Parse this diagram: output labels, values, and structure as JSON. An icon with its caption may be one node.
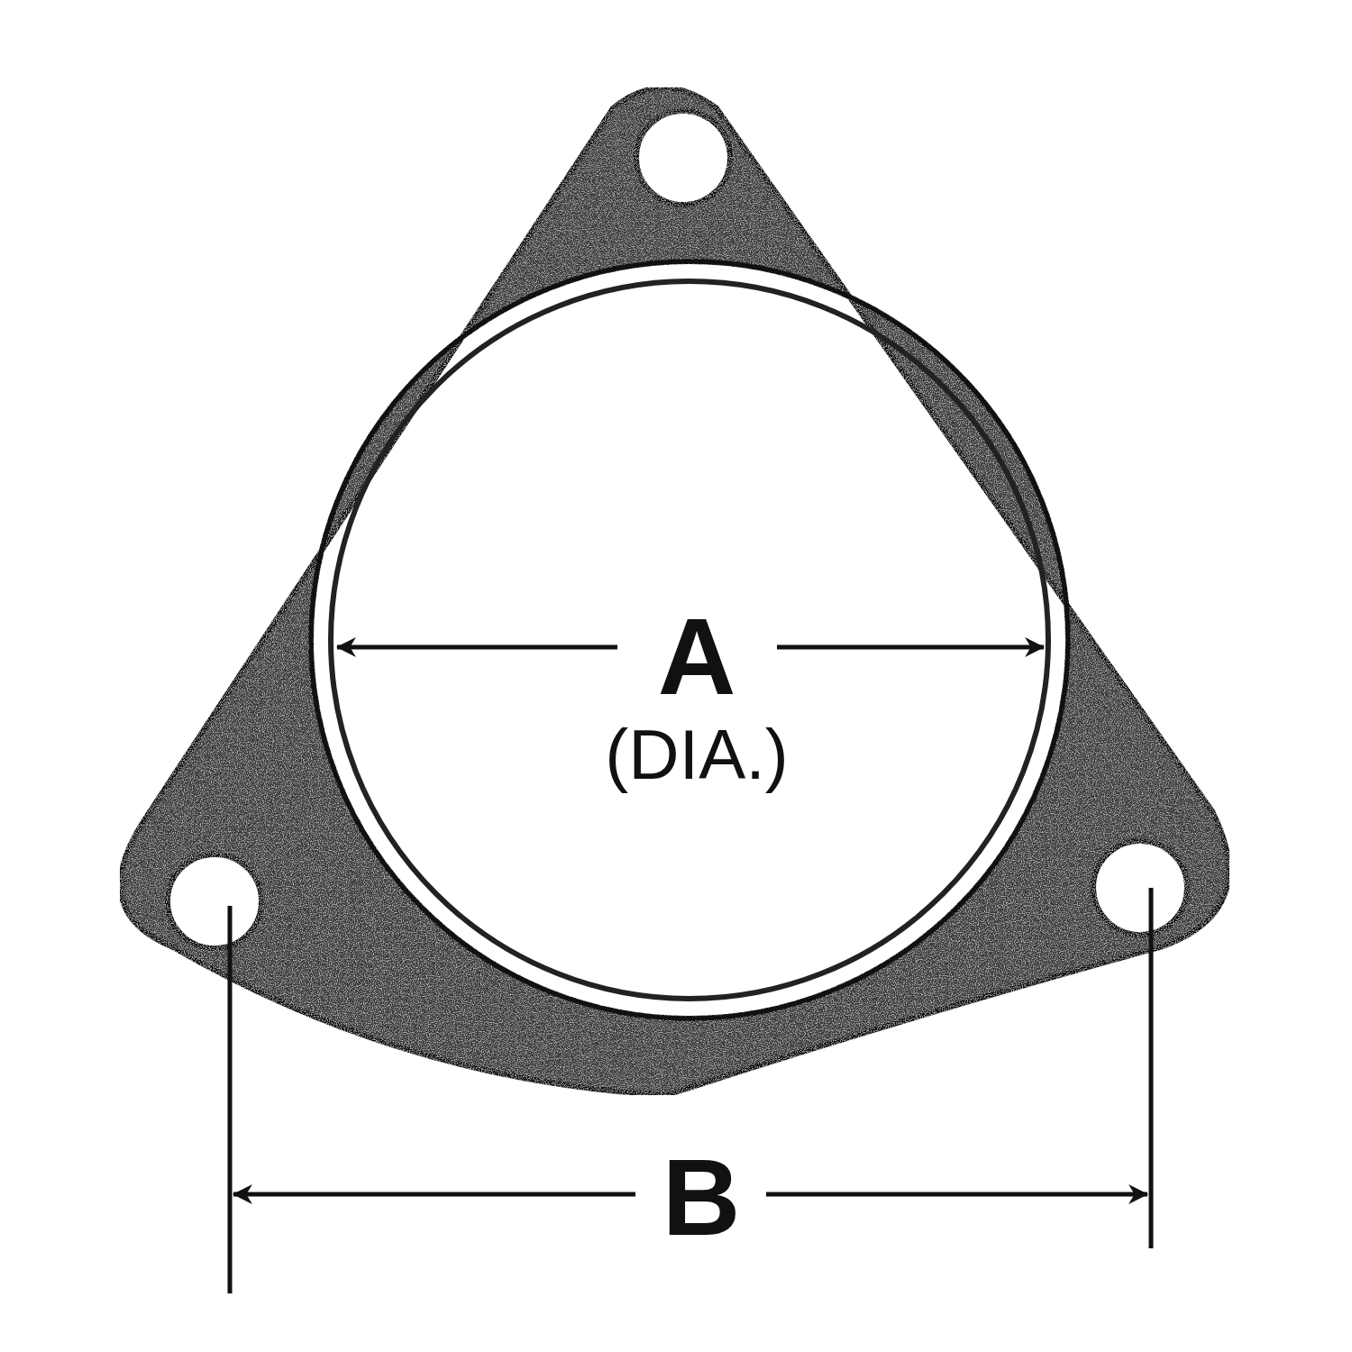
{
  "diagram": {
    "labels": [
      "A",
      "(DIA.)",
      "B"
    ]
  }
}
